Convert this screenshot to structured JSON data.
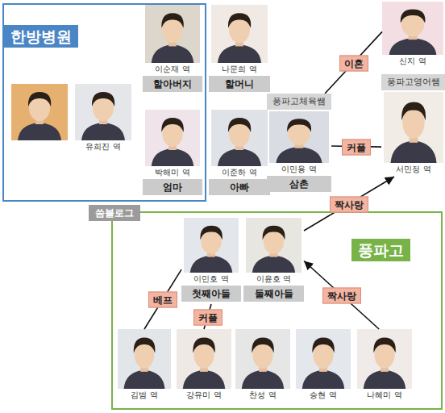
{
  "diagram": {
    "nodes": [
      {
        "text": [
          "한방병원"
        ]
      },
      {
        "text": [
          "유희진 역"
        ],
        "in": 0
      },
      {
        "text": [
          "이순재 역",
          "할아버지"
        ],
        "in": 0
      },
      {
        "text": [
          "나문희 역",
          "할머니"
        ]
      },
      {
        "text": [
          "박해미 역",
          "엄마"
        ],
        "in": 0
      },
      {
        "text": [
          "이준하 역",
          "아빠"
        ]
      },
      {
        "text": [
          "풍파고체육쌤",
          "이민용 역",
          "삼촌"
        ]
      },
      {
        "text": [
          "신지 역"
        ]
      },
      {
        "text": [
          "풍파고영어쌤",
          "서민정 역"
        ]
      },
      {
        "text": [
          "풍파고"
        ]
      },
      {
        "text": [
          "이민호 역",
          "첫째아들"
        ],
        "in": 9
      },
      {
        "text": [
          "이윤호 역",
          "둘째아들"
        ],
        "in": 9
      },
      {
        "text": [
          "김범 역"
        ],
        "in": 9
      },
      {
        "text": [
          "강유미 역"
        ],
        "in": 9
      },
      {
        "text": [
          "찬성 역"
        ],
        "in": 9
      },
      {
        "text": [
          "승현 역"
        ],
        "in": 9
      },
      {
        "text": [
          "나혜미 역"
        ],
        "in": 9
      }
    ],
    "edges": [
      {
        "from": 6,
        "to": 7,
        "arrow": "none",
        "label": "이혼"
      },
      {
        "from": 6,
        "to": 8,
        "arrow": "none",
        "label": "커플"
      },
      {
        "from": 11,
        "to": 8,
        "arrow": "to",
        "label": "짝사랑"
      },
      {
        "from": 16,
        "to": 11,
        "arrow": "to",
        "label": "짝사랑"
      },
      {
        "from": 10,
        "to": 12,
        "arrow": "none",
        "label": "베프"
      },
      {
        "from": 10,
        "to": 13,
        "arrow": "none",
        "label": "커플"
      }
    ],
    "labels": [
      "씀블로그"
    ]
  }
}
